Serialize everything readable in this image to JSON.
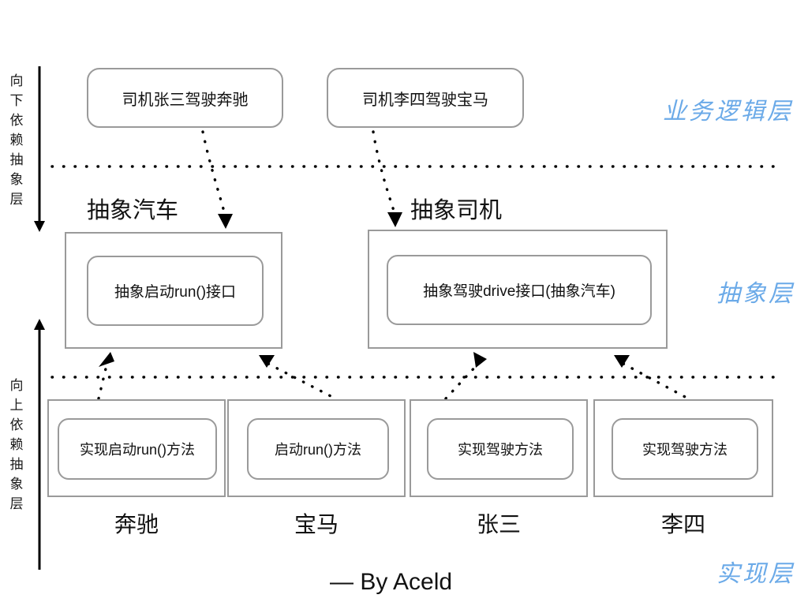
{
  "diagram": {
    "title_signature": "— By Aceld",
    "accent_color": "#6BAAE8",
    "line_color": "#9a9a9a",
    "axes": [
      {
        "name": "downward-dependency-axis",
        "caption": "向下依赖抽象层",
        "direction": "down"
      },
      {
        "name": "upward-dependency-axis",
        "caption": "向上依赖抽象层",
        "direction": "up"
      }
    ],
    "layer_tags": [
      {
        "label": "业务逻辑层"
      },
      {
        "label": "抽象层"
      },
      {
        "label": "实现层"
      }
    ],
    "business_layer": {
      "boxes": [
        {
          "label": "司机张三驾驶奔驰"
        },
        {
          "label": "司机李四驾驶宝马"
        }
      ]
    },
    "abstract_layer": {
      "groups": [
        {
          "heading": "抽象汽车",
          "inner": "抽象启动run()接口"
        },
        {
          "heading": "抽象司机",
          "inner": "抽象驾驶drive接口(抽象汽车)"
        }
      ]
    },
    "implementation_layer": {
      "columns": [
        {
          "inner": "实现启动run()方法",
          "name": "奔驰"
        },
        {
          "inner": "启动run()方法",
          "name": "宝马"
        },
        {
          "inner": "实现驾驶方法",
          "name": "张三"
        },
        {
          "inner": "实现驾驶方法",
          "name": "李四"
        }
      ]
    }
  }
}
